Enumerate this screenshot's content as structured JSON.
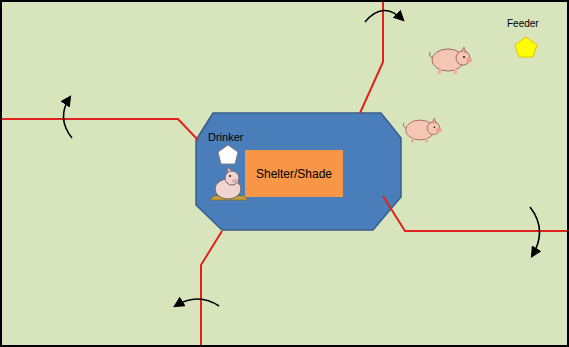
{
  "diagram": {
    "nodes": [
      {
        "text": [
          "Shelter/Shade"
        ]
      }
    ],
    "labels": [
      "Drinker",
      "Feeder"
    ]
  }
}
